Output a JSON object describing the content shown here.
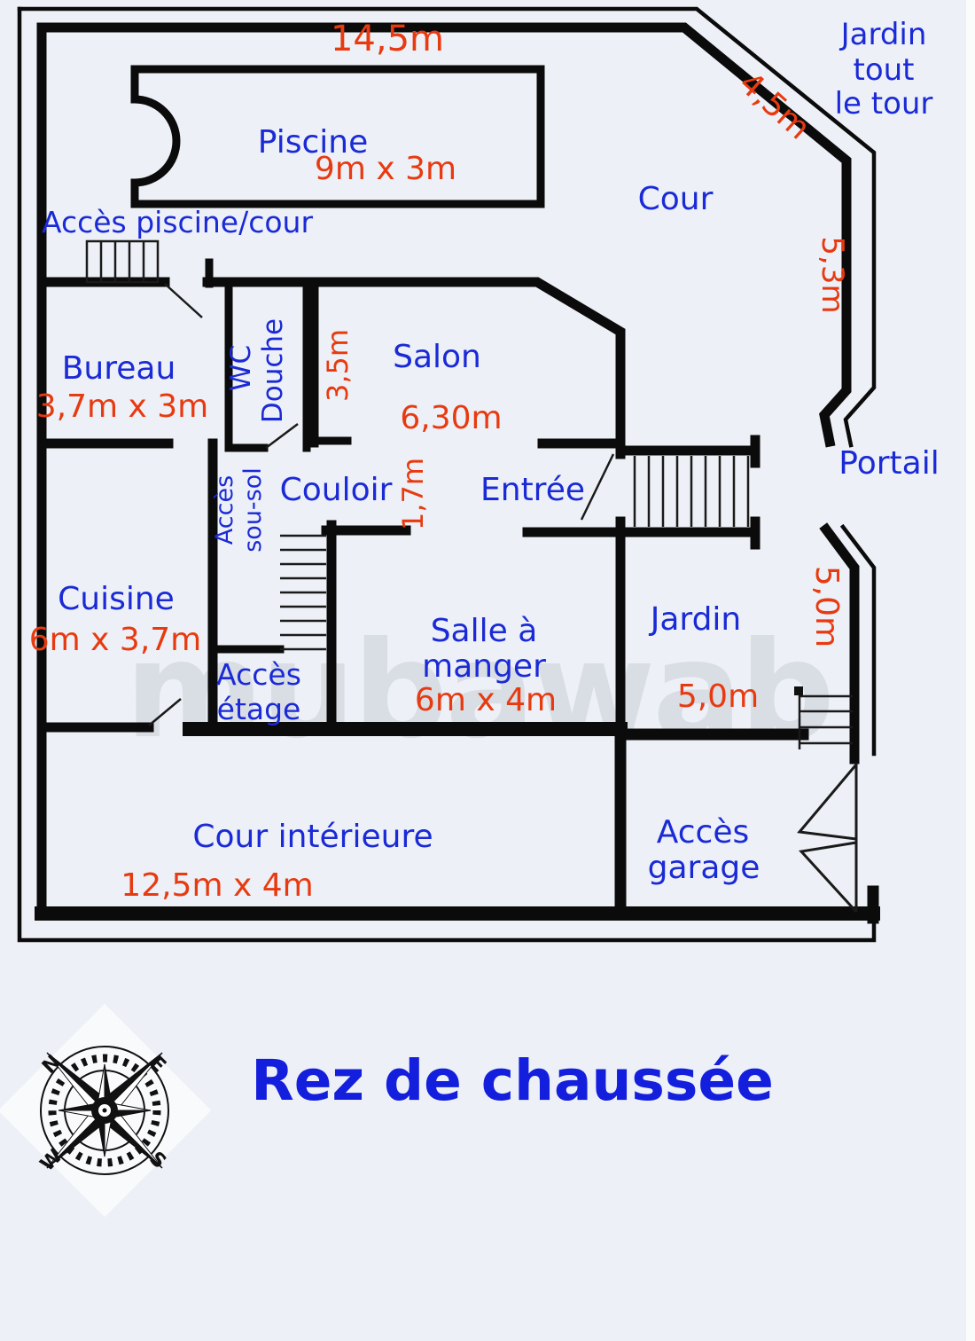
{
  "title": "Rez de chaussée",
  "watermark": "mubawab",
  "colors": {
    "label_blue": "#1a2ad6",
    "dimension_red": "#e83a10",
    "wall_black": "#0b0b0b",
    "paper_background": "#edf0f6"
  },
  "compass": {
    "north": "N",
    "east": "E",
    "south": "S",
    "west": "W"
  },
  "rooms": {
    "piscine": "Piscine",
    "cour": "Cour",
    "jardin_tout": {
      "line1": "Jardin",
      "line2": "tout",
      "line3": "le tour"
    },
    "acces_piscine_cour": "Accès piscine/cour",
    "bureau": "Bureau",
    "wc_douche": {
      "line1": "WC",
      "line2": "Douche"
    },
    "salon": "Salon",
    "couloir": "Couloir",
    "acces_sous_sol": {
      "line1": "Accès",
      "line2": "sou-sol"
    },
    "entree": "Entrée",
    "portail": "Portail",
    "cuisine": "Cuisine",
    "acces_etage": {
      "line1": "Accès",
      "line2": "étage"
    },
    "salle_a_manger": {
      "line1": "Salle à",
      "line2": "manger"
    },
    "jardin": "Jardin",
    "cour_interieure": "Cour intérieure",
    "acces_garage": {
      "line1": "Accès",
      "line2": "garage"
    }
  },
  "dimensions": {
    "mur_haut": "14,5m",
    "pan_coupe": "4,5m",
    "cote_droit_haut": "5,3m",
    "piscine": "9m x 3m",
    "bureau": "3,7m x 3m",
    "salon_profondeur": "3,5m",
    "salon_largeur": "6,30m",
    "couloir": "1,7m",
    "cuisine": "6m x 3,7m",
    "salle_a_manger": "6m x 4m",
    "jardin_largeur": "5,0m",
    "jardin_cote": "5,0m",
    "cour_interieure": "12,5m x  4m"
  }
}
